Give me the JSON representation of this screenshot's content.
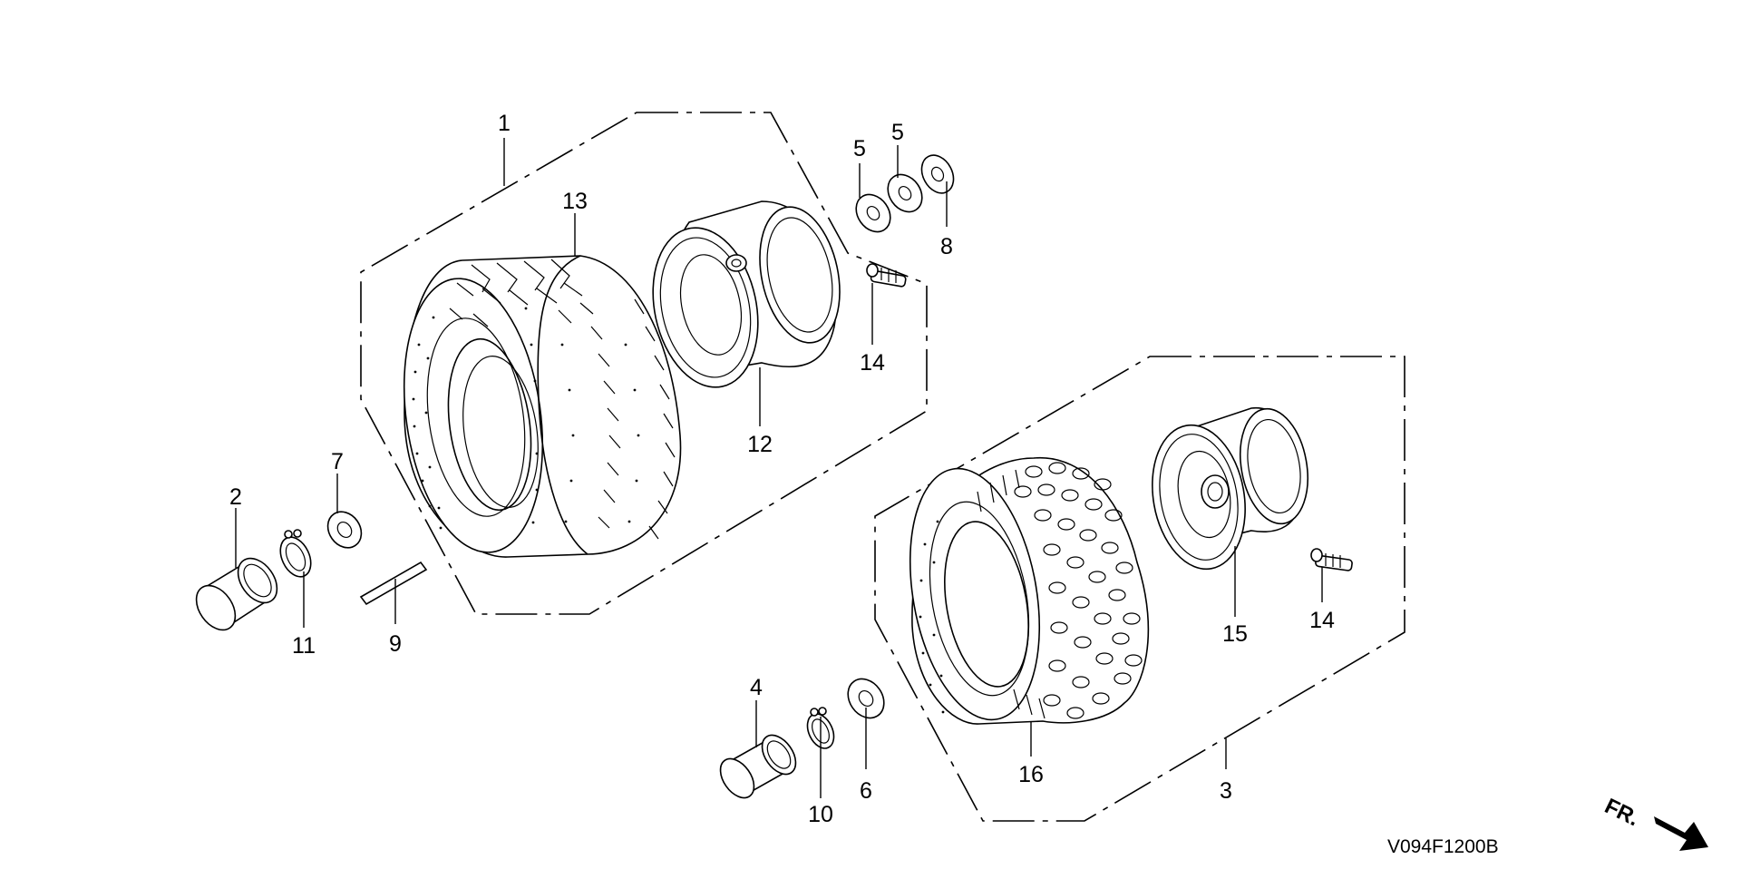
{
  "diagram": {
    "drawing_code": "V094F1200B",
    "front_marker": "FR.",
    "callouts": [
      {
        "id": "c1",
        "text": "1"
      },
      {
        "id": "c2",
        "text": "2"
      },
      {
        "id": "c3",
        "text": "3"
      },
      {
        "id": "c4",
        "text": "4"
      },
      {
        "id": "c5a",
        "text": "5"
      },
      {
        "id": "c5b",
        "text": "5"
      },
      {
        "id": "c6",
        "text": "6"
      },
      {
        "id": "c7",
        "text": "7"
      },
      {
        "id": "c8",
        "text": "8"
      },
      {
        "id": "c9",
        "text": "9"
      },
      {
        "id": "c10",
        "text": "10"
      },
      {
        "id": "c11",
        "text": "11"
      },
      {
        "id": "c12",
        "text": "12"
      },
      {
        "id": "c13",
        "text": "13"
      },
      {
        "id": "c14a",
        "text": "14"
      },
      {
        "id": "c14b",
        "text": "14"
      },
      {
        "id": "c15",
        "text": "15"
      },
      {
        "id": "c16",
        "text": "16"
      }
    ]
  }
}
